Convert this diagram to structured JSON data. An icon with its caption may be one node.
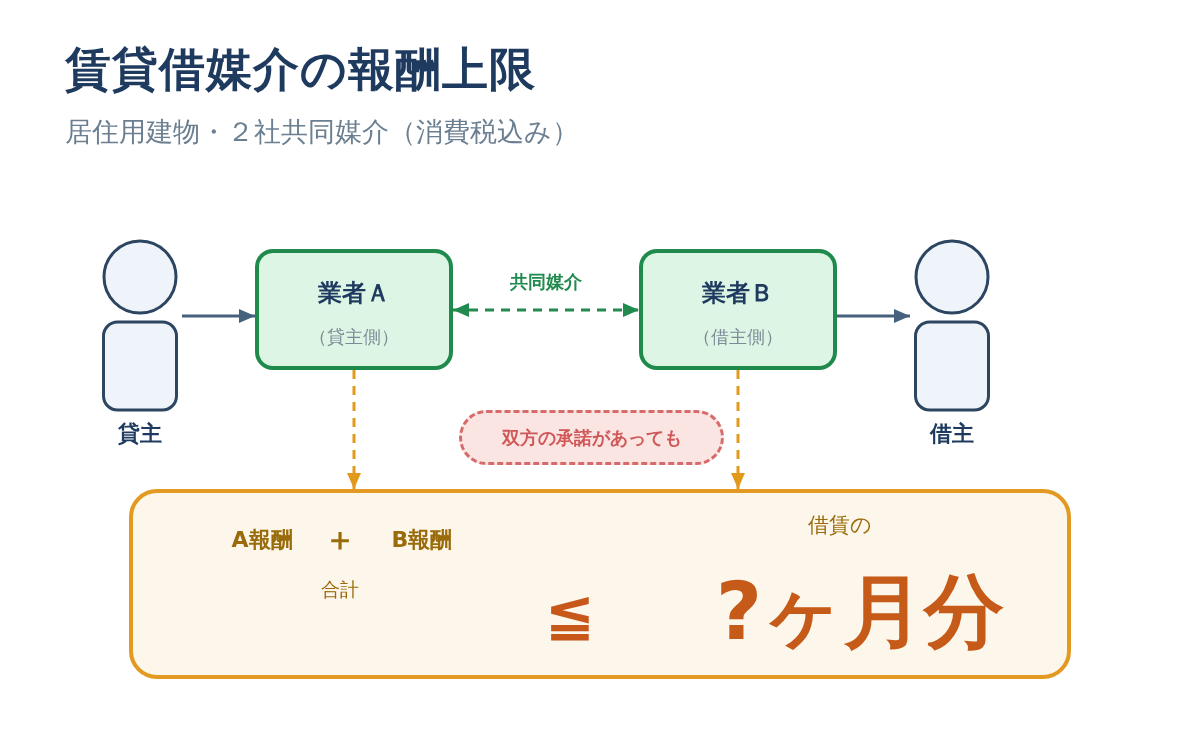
{
  "diagram": {
    "title": "賃貸借媒介の報酬上限",
    "nodes": [
      {
        "text": [
          "貸主"
        ]
      },
      {
        "text": [
          "業者Ａ",
          "（貸主側）"
        ]
      },
      {
        "text": [
          "業者Ｂ",
          "（借主側）"
        ]
      },
      {
        "text": [
          "借主"
        ]
      },
      {
        "text": [
          "双方の承諾があっても"
        ]
      },
      {
        "text": [
          "A報酬",
          "＋",
          "B報酬",
          "合計",
          "≦",
          "借賃の",
          "?ヶ月分"
        ]
      }
    ],
    "edges": [
      {
        "from": 0,
        "to": 1,
        "arrow": "to"
      },
      {
        "from": 1,
        "to": 2,
        "arrow": "both",
        "label": "共同媒介",
        "style": "dashed",
        "color": "#218a4e"
      },
      {
        "from": 2,
        "to": 3,
        "arrow": "to"
      },
      {
        "from": 1,
        "to": 5,
        "arrow": "to",
        "style": "dashed",
        "color": "#e39a1c"
      },
      {
        "from": 2,
        "to": 5,
        "arrow": "to",
        "style": "dashed",
        "color": "#e39a1c"
      }
    ],
    "labels": [
      "居住用建物・２社共同媒介（消費税込み）"
    ]
  }
}
